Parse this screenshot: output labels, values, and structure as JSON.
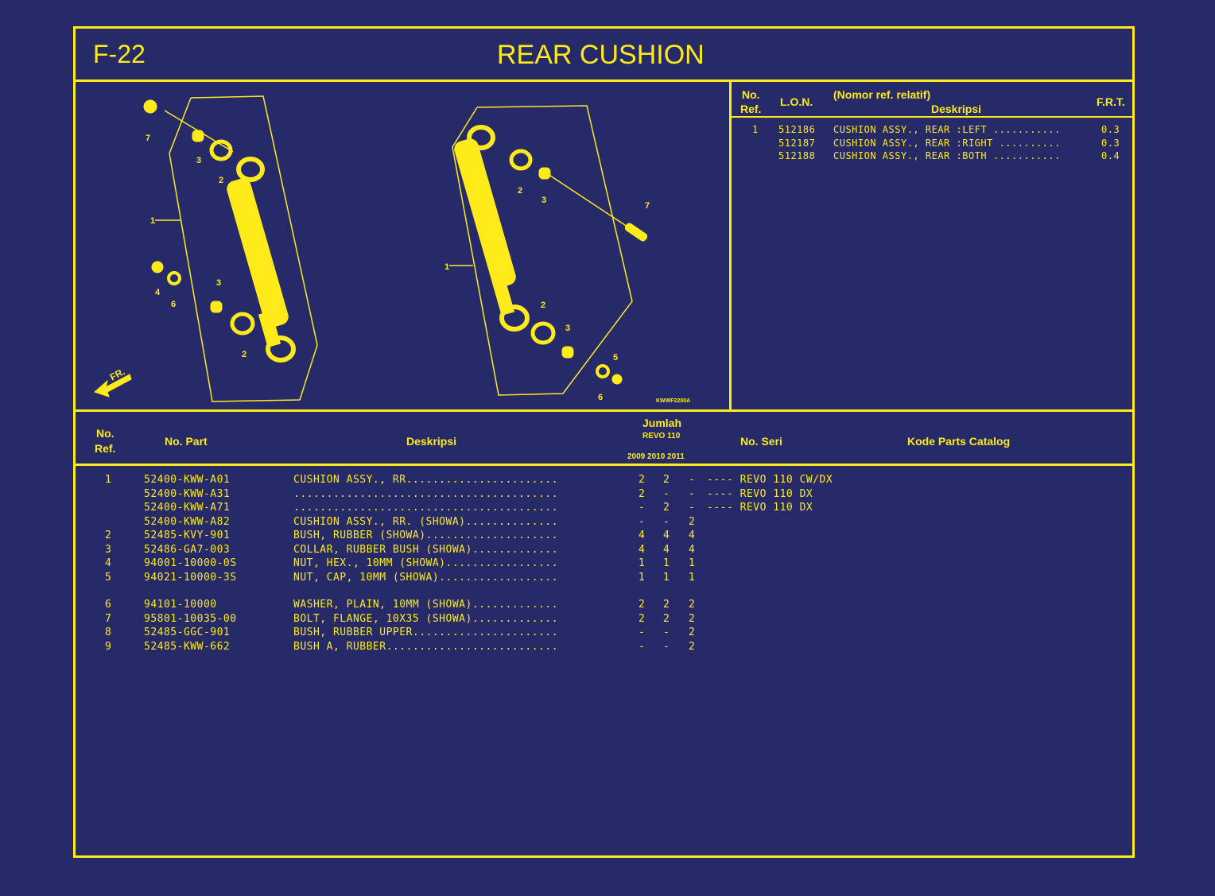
{
  "header": {
    "code": "F-22",
    "title": "REAR CUSHION"
  },
  "diagram": {
    "callouts_left": [
      "7",
      "3",
      "2",
      "1",
      "4",
      "6",
      "3",
      "2"
    ],
    "callouts_right": [
      "2",
      "3",
      "7",
      "1",
      "2",
      "3",
      "5",
      "6"
    ],
    "fr_label": "FR.",
    "drawing_code": "KWWF2200A"
  },
  "ref_table": {
    "headers": {
      "no_ref_1": "No.",
      "no_ref_2": "Ref.",
      "lon": "L.O.N.",
      "nomor": "(Nomor ref. relatif)",
      "deskripsi": "Deskripsi",
      "frt": "F.R.T."
    },
    "rows": [
      {
        "ref": "1",
        "lon": "512186",
        "desc": "CUSHION ASSY., REAR :LEFT ...........",
        "frt": "0.3"
      },
      {
        "ref": "",
        "lon": "512187",
        "desc": "CUSHION ASSY., REAR :RIGHT ..........",
        "frt": "0.3"
      },
      {
        "ref": "",
        "lon": "512188",
        "desc": "CUSHION ASSY., REAR :BOTH ...........",
        "frt": "0.4"
      }
    ]
  },
  "parts_table": {
    "headers": {
      "no_ref_1": "No.",
      "no_ref_2": "Ref.",
      "no_part": "No. Part",
      "deskripsi": "Deskripsi",
      "jumlah": "Jumlah",
      "model": "REVO 110",
      "years": "2009  2010  2011",
      "no_seri": "No. Seri",
      "kode": "Kode Parts Catalog"
    },
    "rows": [
      {
        "ref": "1",
        "part": "52400-KWW-A01",
        "desc": "CUSHION ASSY., RR.......................",
        "q1": "2",
        "q2": "2",
        "q3": "-",
        "seri": "---- REVO 110 CW/DX"
      },
      {
        "ref": "",
        "part": "52400-KWW-A31",
        "desc": "........................................",
        "q1": "2",
        "q2": "-",
        "q3": "-",
        "seri": "---- REVO 110 DX"
      },
      {
        "ref": "",
        "part": "52400-KWW-A71",
        "desc": "........................................",
        "q1": "-",
        "q2": "2",
        "q3": "-",
        "seri": "---- REVO 110 DX"
      },
      {
        "ref": "",
        "part": "52400-KWW-A82",
        "desc": "CUSHION ASSY., RR. (SHOWA)..............",
        "q1": "-",
        "q2": "-",
        "q3": "2",
        "seri": ""
      },
      {
        "ref": "2",
        "part": "52485-KVY-901",
        "desc": "BUSH, RUBBER (SHOWA)....................",
        "q1": "4",
        "q2": "4",
        "q3": "4",
        "seri": ""
      },
      {
        "ref": "3",
        "part": "52486-GA7-003",
        "desc": "COLLAR, RUBBER BUSH (SHOWA).............",
        "q1": "4",
        "q2": "4",
        "q3": "4",
        "seri": ""
      },
      {
        "ref": "4",
        "part": "94001-10000-0S",
        "desc": "NUT, HEX., 10MM (SHOWA).................",
        "q1": "1",
        "q2": "1",
        "q3": "1",
        "seri": ""
      },
      {
        "ref": "5",
        "part": "94021-10000-3S",
        "desc": "NUT, CAP, 10MM (SHOWA)..................",
        "q1": "1",
        "q2": "1",
        "q3": "1",
        "seri": ""
      },
      {
        "ref": "6",
        "part": "94101-10000",
        "desc": "WASHER, PLAIN, 10MM (SHOWA).............",
        "q1": "2",
        "q2": "2",
        "q3": "2",
        "seri": ""
      },
      {
        "ref": "7",
        "part": "95801-10035-00",
        "desc": "BOLT, FLANGE, 10X35 (SHOWA).............",
        "q1": "2",
        "q2": "2",
        "q3": "2",
        "seri": ""
      },
      {
        "ref": "8",
        "part": "52485-GGC-901",
        "desc": "BUSH, RUBBER UPPER......................",
        "q1": "-",
        "q2": "-",
        "q3": "2",
        "seri": ""
      },
      {
        "ref": "9",
        "part": "52485-KWW-662",
        "desc": "BUSH A, RUBBER..........................",
        "q1": "-",
        "q2": "-",
        "q3": "2",
        "seri": ""
      }
    ]
  },
  "colors": {
    "background": "#262a68",
    "accent": "#ffeb1a"
  }
}
